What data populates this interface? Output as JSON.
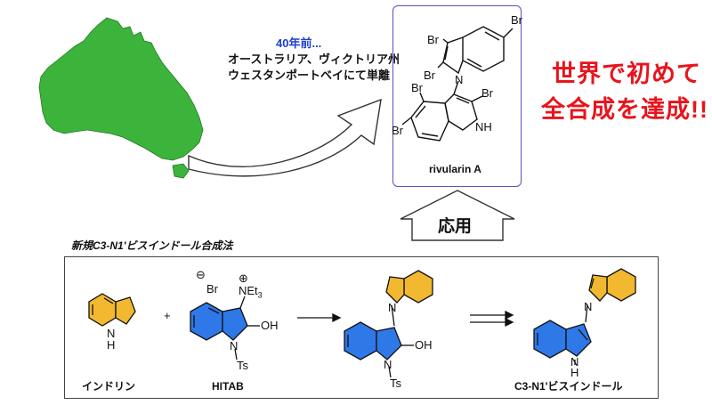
{
  "top": {
    "years_ago": "40年前...",
    "isolation_line1": "オーストラリア、ヴィクトリア州",
    "isolation_line2": "ウェスタンポートベイにて単離",
    "compound_name": "rivularin A",
    "headline_line1": "世界で初めて",
    "headline_line2": "全合成を達成!!",
    "apply_label": "応用"
  },
  "bottom": {
    "section_title": "新規C3-N1'ビスインドール合成法",
    "label_indoline": "インドリン",
    "label_hitab": "HITAB",
    "label_product": "C3-N1'ビスインドール",
    "plus": "+"
  },
  "atoms": {
    "br": "Br",
    "n": "N",
    "nh": "NH",
    "h": "H",
    "oh": "OH",
    "ts": "Ts",
    "net3": "NEt",
    "net3_sub": "3",
    "plus_sign": "⊕",
    "minus_sign": "⊖"
  },
  "colors": {
    "map_green": "#3cb43c",
    "indoline_yellow": "#f2b830",
    "hitab_blue": "#2f78e8",
    "headline_red": "#e8141c",
    "box_border": "#5555bb"
  }
}
